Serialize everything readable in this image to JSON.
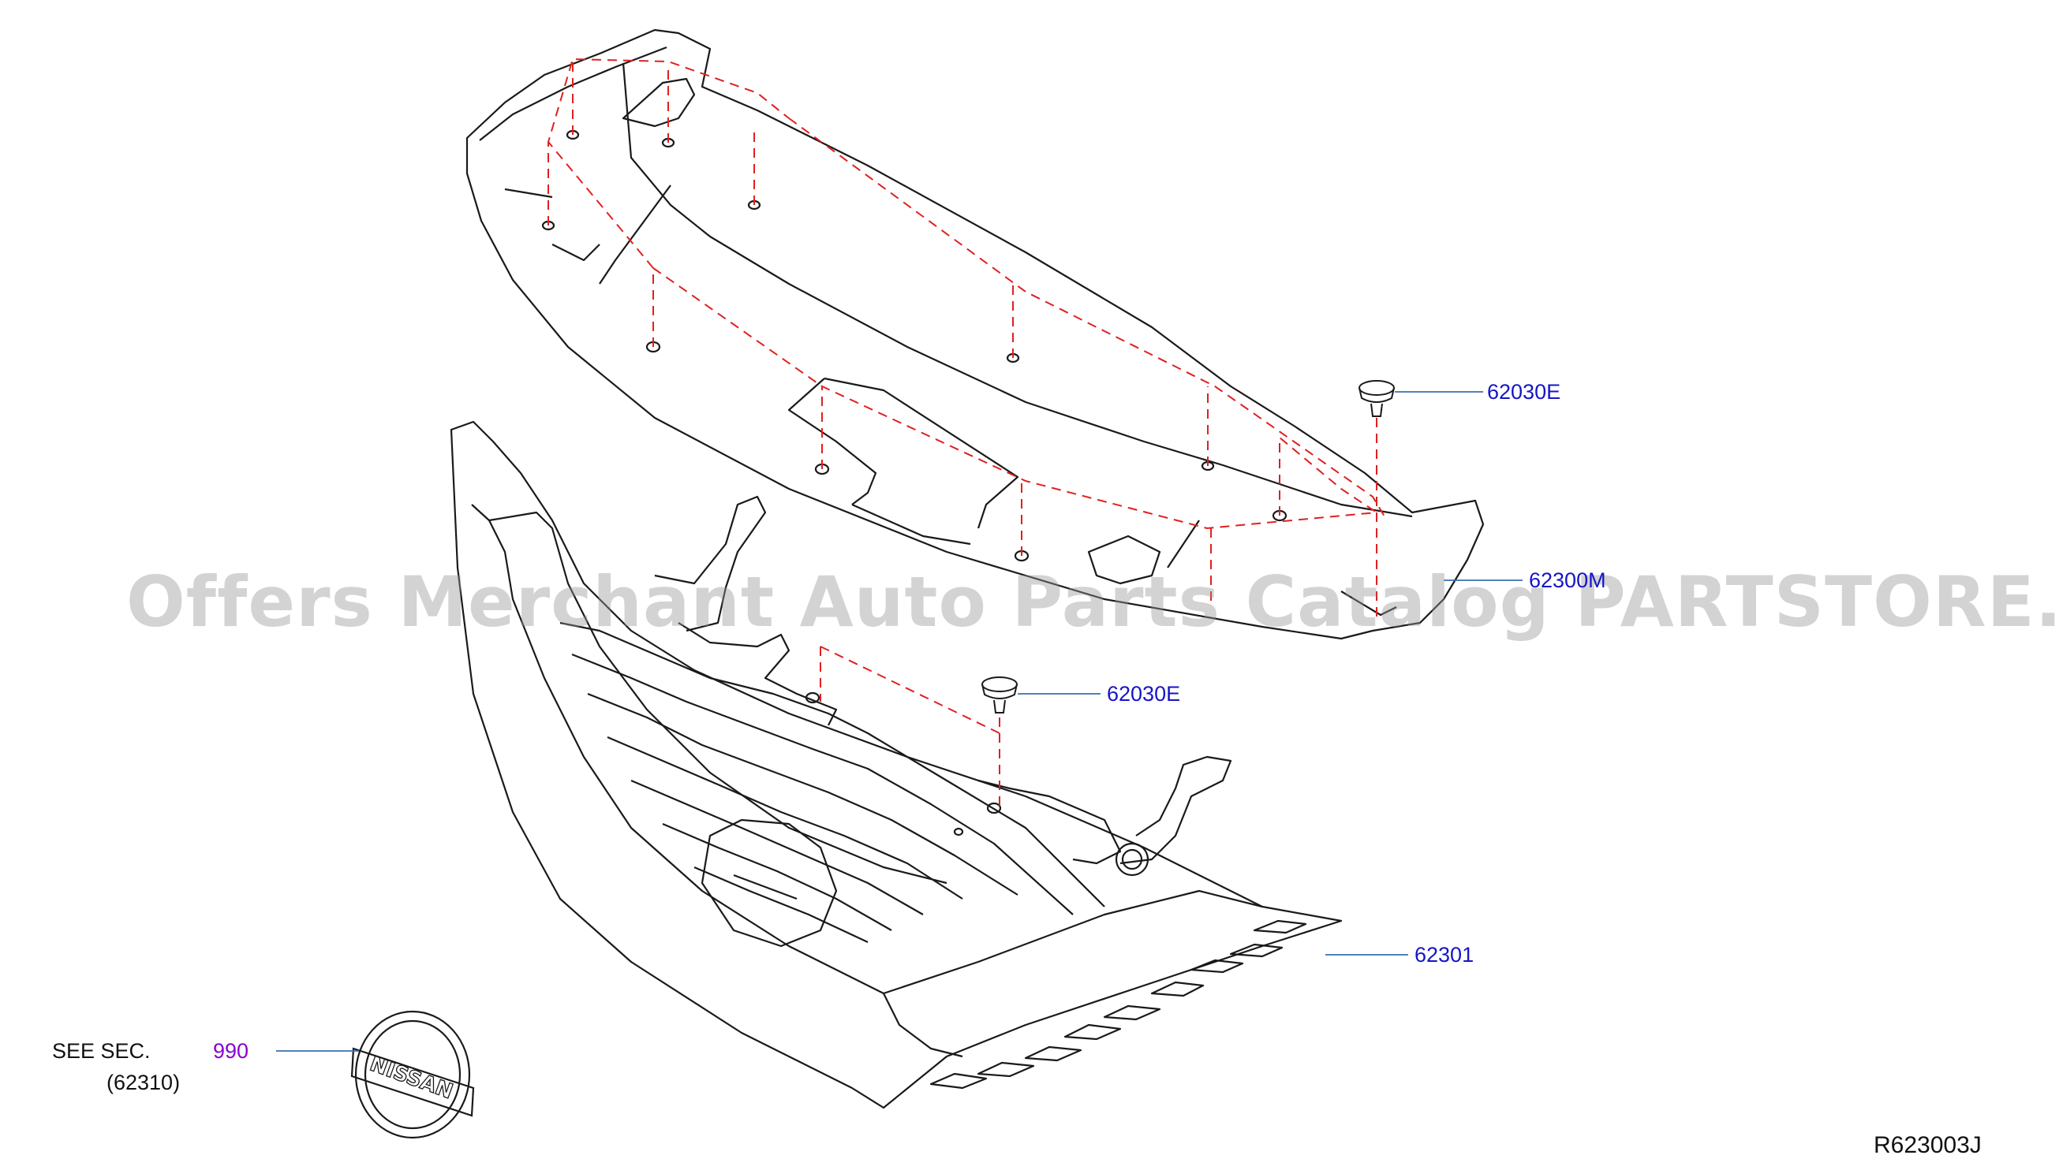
{
  "diagram": {
    "code": "R623003J",
    "watermark": "Offers Merchant Auto Parts Catalog PARTSTORE.SA",
    "callouts": [
      {
        "part_no": "62030E",
        "role": "clip (upper)"
      },
      {
        "part_no": "62300M",
        "role": "radiator core upper cover"
      },
      {
        "part_no": "62030E",
        "role": "clip (lower)"
      },
      {
        "part_no": "62301",
        "role": "front grille"
      },
      {
        "part_no": "990",
        "role": "emblem"
      }
    ],
    "see_section": {
      "prefix": "SEE   SEC.",
      "section": "(62310)"
    }
  },
  "colors": {
    "part": "#1515c8",
    "ref": "#8a00d4",
    "line": "#1a1a1a",
    "dash": "#e02020",
    "leader": "#3a6fb0"
  }
}
